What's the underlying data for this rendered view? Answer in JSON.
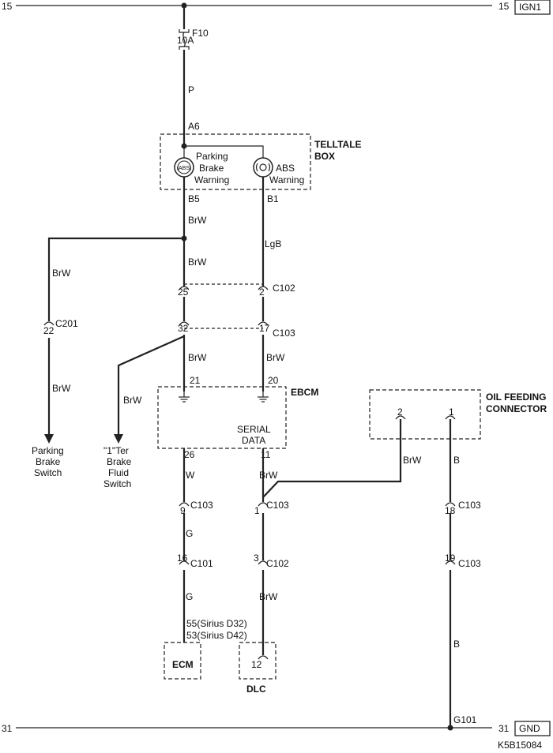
{
  "rails": {
    "top_left_num": "15",
    "top_right_num": "15",
    "top_tag": "IGN1",
    "bottom_left_num": "31",
    "bottom_right_num": "31",
    "bottom_tag": "GND"
  },
  "fuse": {
    "name": "F10",
    "rating": "10A"
  },
  "wires": {
    "p": "P",
    "brw_b5": "BrW",
    "brw_to_c102": "BrW",
    "lgb": "LgB",
    "brw_left": "BrW",
    "brw_left_lower": "BrW",
    "brw_branch": "BrW",
    "brw_32_ebcm": "BrW",
    "brw_17_ebcm": "BrW",
    "w": "W",
    "brw_serial": "BrW",
    "brw_oil": "BrW",
    "b_oil": "B",
    "g_c103": "G",
    "g_c101": "G",
    "brw_dlc": "BrW",
    "b_ground": "B"
  },
  "telltale": {
    "title_line1": "TELLTALE",
    "title_line2": "BOX",
    "pin_top": "A6",
    "pin_left": "B5",
    "pin_right": "B1",
    "lamp_left_icon": "(ABS)",
    "lamp_right_icon": "(●)",
    "lamp_left_line1": "Parking",
    "lamp_left_line2": "Brake",
    "lamp_left_line3": "Warning",
    "lamp_right_line1": "ABS",
    "lamp_right_line2": "Warning"
  },
  "connectors": {
    "c102_pin_a": "25",
    "c102_pin_b": "2",
    "c102_name": "C102",
    "c103_pin_a": "32",
    "c103_pin_b": "17",
    "c103_name": "C103",
    "c201_pin": "22",
    "c201_name": "C201"
  },
  "ebcm": {
    "title": "EBCM",
    "pin_21": "21",
    "pin_20": "20",
    "serial_line1": "SERIAL",
    "serial_line2": "DATA",
    "pin_26": "26",
    "pin_11": "11"
  },
  "oil": {
    "title_line1": "OIL FEEDING",
    "title_line2": "CONNECTOR",
    "pin_2": "2",
    "pin_1": "1"
  },
  "lower_conns": {
    "c103_9_pin": "9",
    "c103_9_name": "C103",
    "c103_1_pin": "1",
    "c103_1_name": "C103",
    "c103_18_pin": "18",
    "c103_18_name": "C103",
    "c101_16_pin": "16",
    "c101_16_name": "C101",
    "c102_3_pin": "3",
    "c102_3_name": "C102",
    "c103_19_pin": "19",
    "c103_19_name": "C103"
  },
  "ecm": {
    "pin_line1": "55(Sirius D32)",
    "pin_line2": "53(Sirius D42)",
    "label": "ECM"
  },
  "dlc": {
    "pin": "12",
    "label": "DLC"
  },
  "ground": {
    "name": "G101"
  },
  "switches": {
    "parking_line1": "Parking",
    "parking_line2": "Brake",
    "parking_line3": "Switch",
    "fluid_line1": "\"1\"Ter",
    "fluid_line2": "Brake",
    "fluid_line3": "Fluid",
    "fluid_line4": "Switch"
  },
  "figure_code": "K5B15084"
}
